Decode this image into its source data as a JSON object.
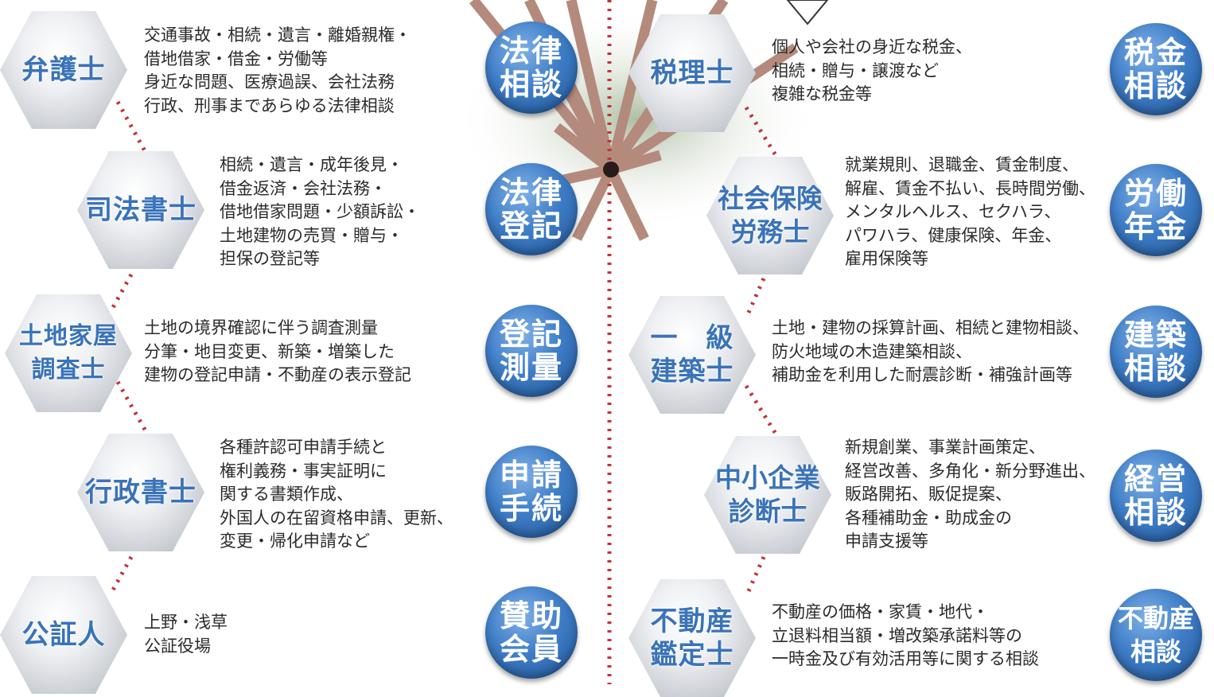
{
  "left": [
    {
      "title_lines": [
        "弁護士"
      ],
      "desc_lines": [
        "交通事故・相続・遺言・離婚親権・",
        "借地借家・借金・労働等",
        "身近な問題、医療過誤、会社法務",
        "行政、刑事まであらゆる法律相談"
      ],
      "badge_lines": [
        "法律",
        "相談"
      ]
    },
    {
      "title_lines": [
        "司法書士"
      ],
      "desc_lines": [
        "相続・遺言・成年後見・",
        "借金返済・会社法務・",
        "借地借家問題・少額訴訟・",
        "土地建物の売買・贈与・",
        "担保の登記等"
      ],
      "badge_lines": [
        "法律",
        "登記"
      ]
    },
    {
      "title_lines": [
        "土地家屋",
        "調査士"
      ],
      "desc_lines": [
        "土地の境界確認に伴う調査測量",
        "分筆・地目変更、新築・増築した",
        "建物の登記申請・不動産の表示登記"
      ],
      "badge_lines": [
        "登記",
        "測量"
      ]
    },
    {
      "title_lines": [
        "行政書士"
      ],
      "desc_lines": [
        "各種許認可申請手続と",
        "権利義務・事実証明に",
        "関する書類作成、",
        "外国人の在留資格申請、更新、",
        "変更・帰化申請など"
      ],
      "badge_lines": [
        "申請",
        "手続"
      ]
    },
    {
      "title_lines": [
        "公証人"
      ],
      "desc_lines": [
        "上野・浅草",
        "公証役場"
      ],
      "badge_lines": [
        "賛助",
        "会員"
      ]
    }
  ],
  "right": [
    {
      "title_lines": [
        "税理士"
      ],
      "desc_lines": [
        "個人や会社の身近な税金、",
        "相続・贈与・譲渡など",
        "複雑な税金等"
      ],
      "badge_lines": [
        "税金",
        "相談"
      ]
    },
    {
      "title_lines": [
        "社会保険",
        "労務士"
      ],
      "desc_lines": [
        "就業規則、退職金、賃金制度、",
        "解雇、賃金不払い、長時間労働、",
        "メンタルヘルス、セクハラ、",
        "パワハラ、健康保険、年金、",
        "雇用保険等"
      ],
      "badge_lines": [
        "労働",
        "年金"
      ]
    },
    {
      "title_lines": [
        "一　級",
        "建築士"
      ],
      "desc_lines": [
        "土地・建物の採算計画、相続と建物相談、",
        "防火地域の木造建築相談、",
        "補助金を利用した耐震診断・補強計画等"
      ],
      "badge_lines": [
        "建築",
        "相談"
      ]
    },
    {
      "title_lines": [
        "中小企業",
        "診断士"
      ],
      "desc_lines": [
        "新規創業、事業計画策定、",
        "経営改善、多角化・新分野進出、",
        "販路開拓、販促提案、",
        "各種補助金・助成金の",
        "申請支援等"
      ],
      "badge_lines": [
        "経営",
        "相談"
      ]
    },
    {
      "title_lines": [
        "不動産",
        "鑑定士"
      ],
      "desc_lines": [
        "不動産の価格・家賃・地代・",
        "立退料相当額・増改築承諾料等の",
        "一時金及び有効活用等に関する相談"
      ],
      "badge_lines": [
        "不動産",
        "相談"
      ]
    }
  ],
  "colors": {
    "accent_blue": "#3a73b8",
    "badge_blue": "#2f6bb5",
    "ray_tan": "#b48a7c",
    "dot_red": "#c0343a"
  }
}
